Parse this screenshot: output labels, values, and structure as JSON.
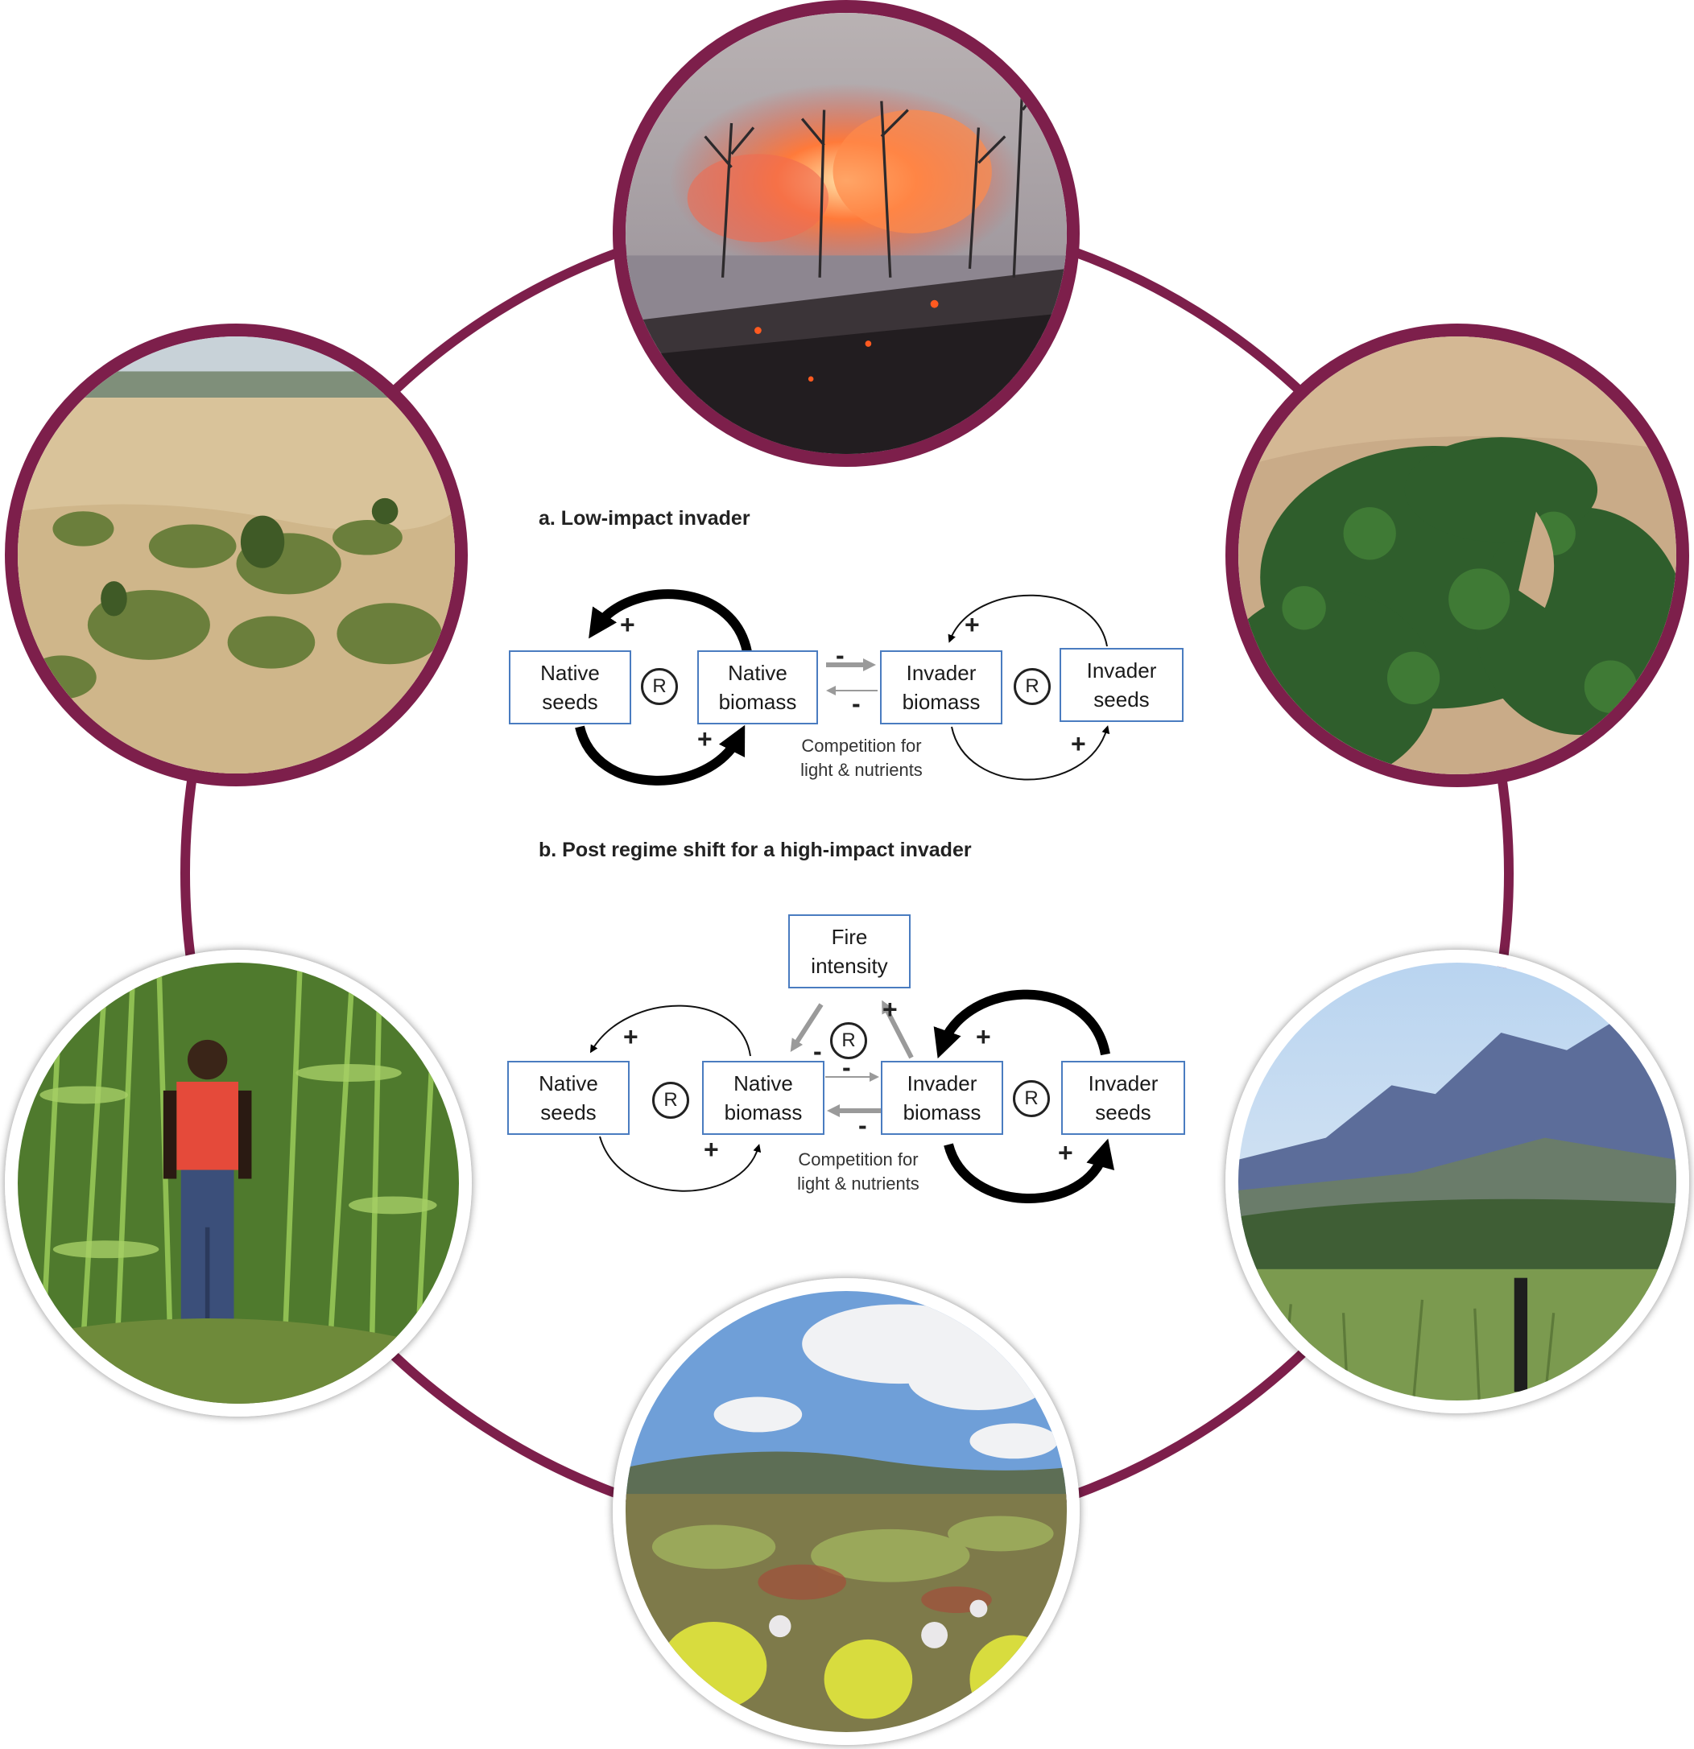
{
  "panel_a": {
    "title": "a. Low-impact invader",
    "native_seeds": "Native\nseeds",
    "native_biomass": "Native\nbiomass",
    "invader_biomass": "Invader\nbiomass",
    "invader_seeds": "Invader\nseeds",
    "loop_marker": "R",
    "plus": "+",
    "minus": "-",
    "competition": "Competition for\nlight & nutrients"
  },
  "panel_b": {
    "title": "b. Post regime shift for a high-impact invader",
    "fire_intensity": "Fire\nintensity",
    "native_seeds": "Native\nseeds",
    "native_biomass": "Native\nbiomass",
    "invader_biomass": "Invader\nbiomass",
    "invader_seeds": "Invader\nseeds",
    "loop_marker": "R",
    "plus": "+",
    "minus": "-",
    "competition": "Competition for\nlight & nutrients"
  },
  "colors": {
    "ring": "#7d1f4b",
    "box_border": "#4a7cc0",
    "arrow_strong": "#000000",
    "arrow_weak": "#9a9a9a"
  },
  "photos": [
    "fire-photo",
    "savanna-photo",
    "invaded-woodland-photo",
    "reed-thicket-photo",
    "mountain-valley-photo",
    "fynbos-photo"
  ]
}
